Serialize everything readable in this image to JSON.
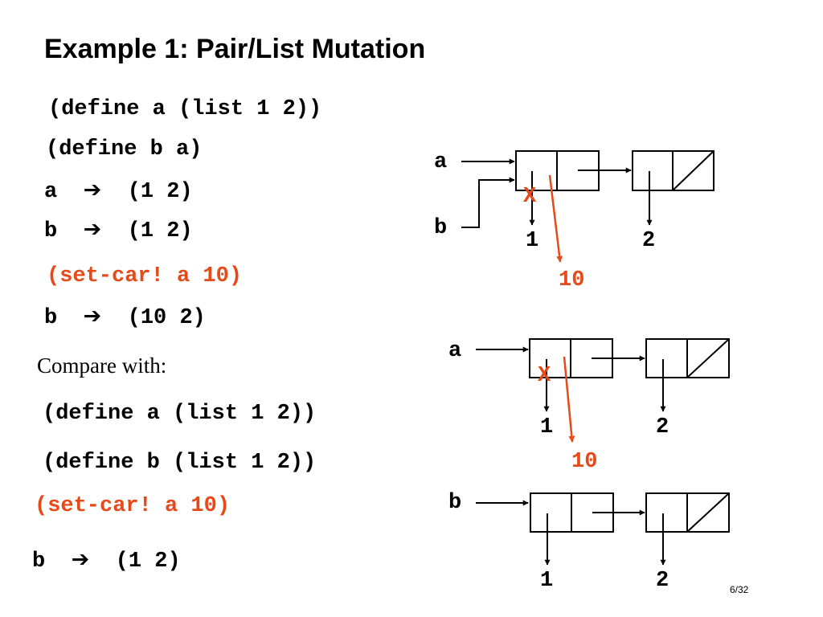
{
  "title": "Example 1: Pair/List Mutation",
  "arrow_glyph": "➔",
  "code_top": {
    "line1": "(define a (list 1 2))",
    "line2": "(define b a)",
    "line3_var": "a",
    "line3_val": "(1 2)",
    "line4_var": "b",
    "line4_val": "(1 2)",
    "setcar": "(set-car! a 10)",
    "line6_var": "b",
    "line6_val": "(10 2)"
  },
  "compare_label": "Compare with:",
  "code_bottom": {
    "line1": "(define a (list 1 2))",
    "line2": "(define b (list 1 2))",
    "setcar": "(set-car! a 10)",
    "line4_var": "b",
    "line4_val": "(1 2)"
  },
  "diagram1": {
    "var_a": "a",
    "var_b": "b",
    "elem1": "1",
    "elem2": "2",
    "new_val": "10",
    "cross": "X"
  },
  "diagram2": {
    "var_a": "a",
    "elem1": "1",
    "elem2": "2",
    "new_val": "10",
    "cross": "X"
  },
  "diagram3": {
    "var_b": "b",
    "elem1": "1",
    "elem2": "2"
  },
  "page_number": "6/32",
  "colors": {
    "accent_red": "#e64a19",
    "ink": "#000000"
  }
}
